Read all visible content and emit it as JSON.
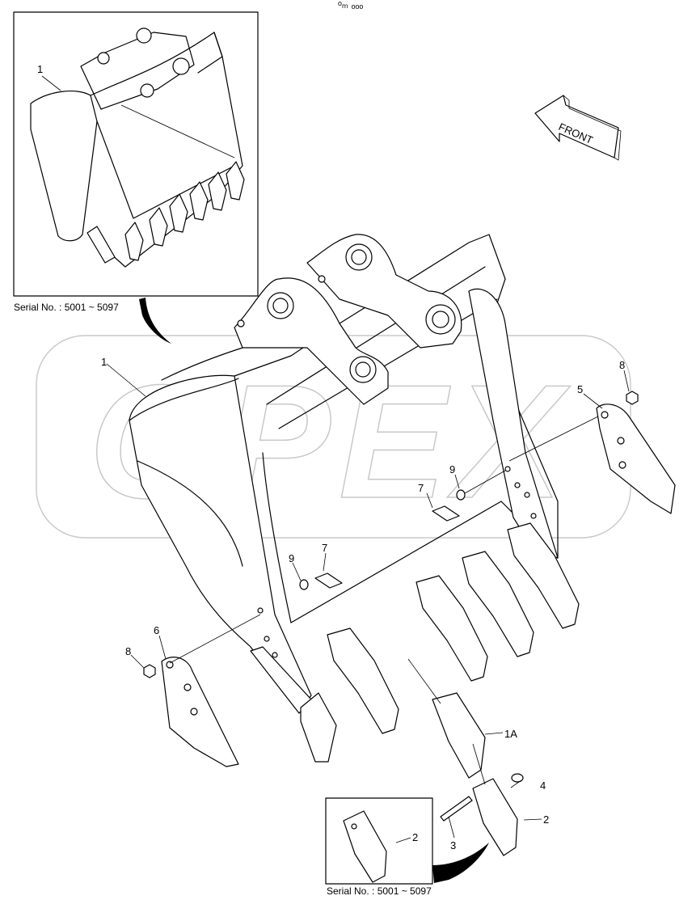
{
  "page_mark": "ᵒₘ ₒₒₒ",
  "watermark": "OPEX",
  "front_label": "FRONT",
  "inset_top": {
    "serial": "Serial No. : 5001 ~ 5097",
    "callout": "1"
  },
  "inset_bottom": {
    "serial": "Serial No. : 5001 ~ 5097",
    "callout": "2"
  },
  "callouts": {
    "c1": "1",
    "c1a": "1A",
    "c2": "2",
    "c3": "3",
    "c4": "4",
    "c5": "5",
    "c6": "6",
    "c7_right": "7",
    "c7_left": "7",
    "c8_right": "8",
    "c8_left": "8",
    "c9_right": "9",
    "c9_left": "9"
  }
}
